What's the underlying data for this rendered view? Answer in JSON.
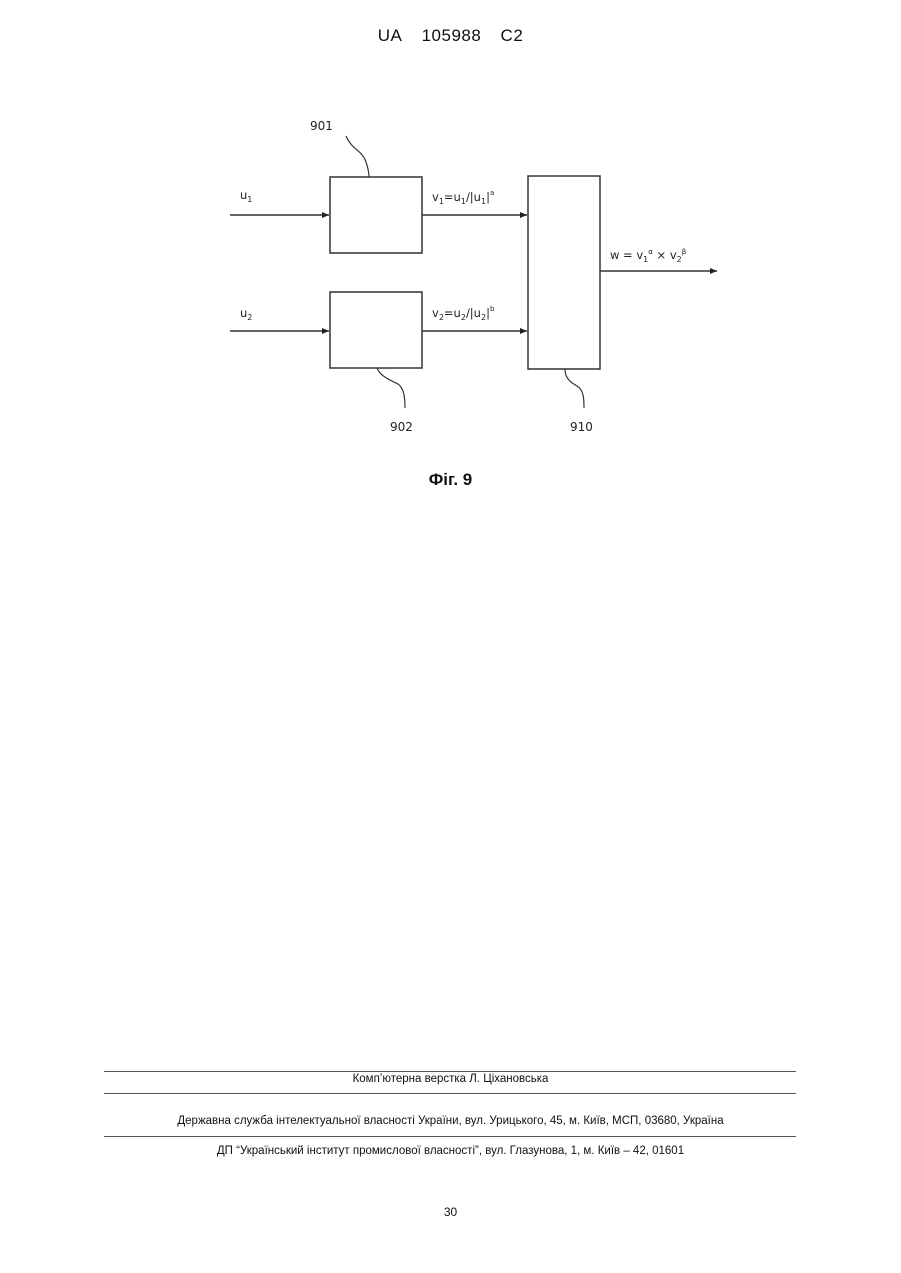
{
  "header": {
    "country": "UA",
    "number": "105988",
    "kind": "C2"
  },
  "diagram": {
    "inputs": [
      {
        "base": "u",
        "sub": "1"
      },
      {
        "base": "u",
        "sub": "2"
      }
    ],
    "blocks": [
      {
        "ref": "901"
      },
      {
        "ref": "902"
      },
      {
        "ref": "910"
      }
    ],
    "signals": {
      "v1": {
        "lhs": "v",
        "lhs_sub": "1",
        "mid": "=u",
        "mid_sub": "1",
        "div": "/|u",
        "div_sub": "1",
        "close": "|",
        "exp": "a"
      },
      "v2": {
        "lhs": "v",
        "lhs_sub": "2",
        "mid": "=u",
        "mid_sub": "2",
        "div": "/|u",
        "div_sub": "2",
        "close": "|",
        "exp": "b"
      },
      "w": {
        "lhs": "w = v",
        "sub1": "1",
        "exp1": "α",
        "times": " × v",
        "sub2": "2",
        "exp2": "β"
      }
    }
  },
  "figure_caption": "Фіг. 9",
  "footer": {
    "line1": "Комп’ютерна верстка Л. Ціхановська",
    "line2": "Державна служба інтелектуальної власності України, вул. Урицького, 45, м. Київ, МСП, 03680, Україна",
    "line3": "ДП “Український інститут промислової власності”, вул. Глазунова, 1, м. Київ – 42, 01601"
  },
  "page_number": "30"
}
